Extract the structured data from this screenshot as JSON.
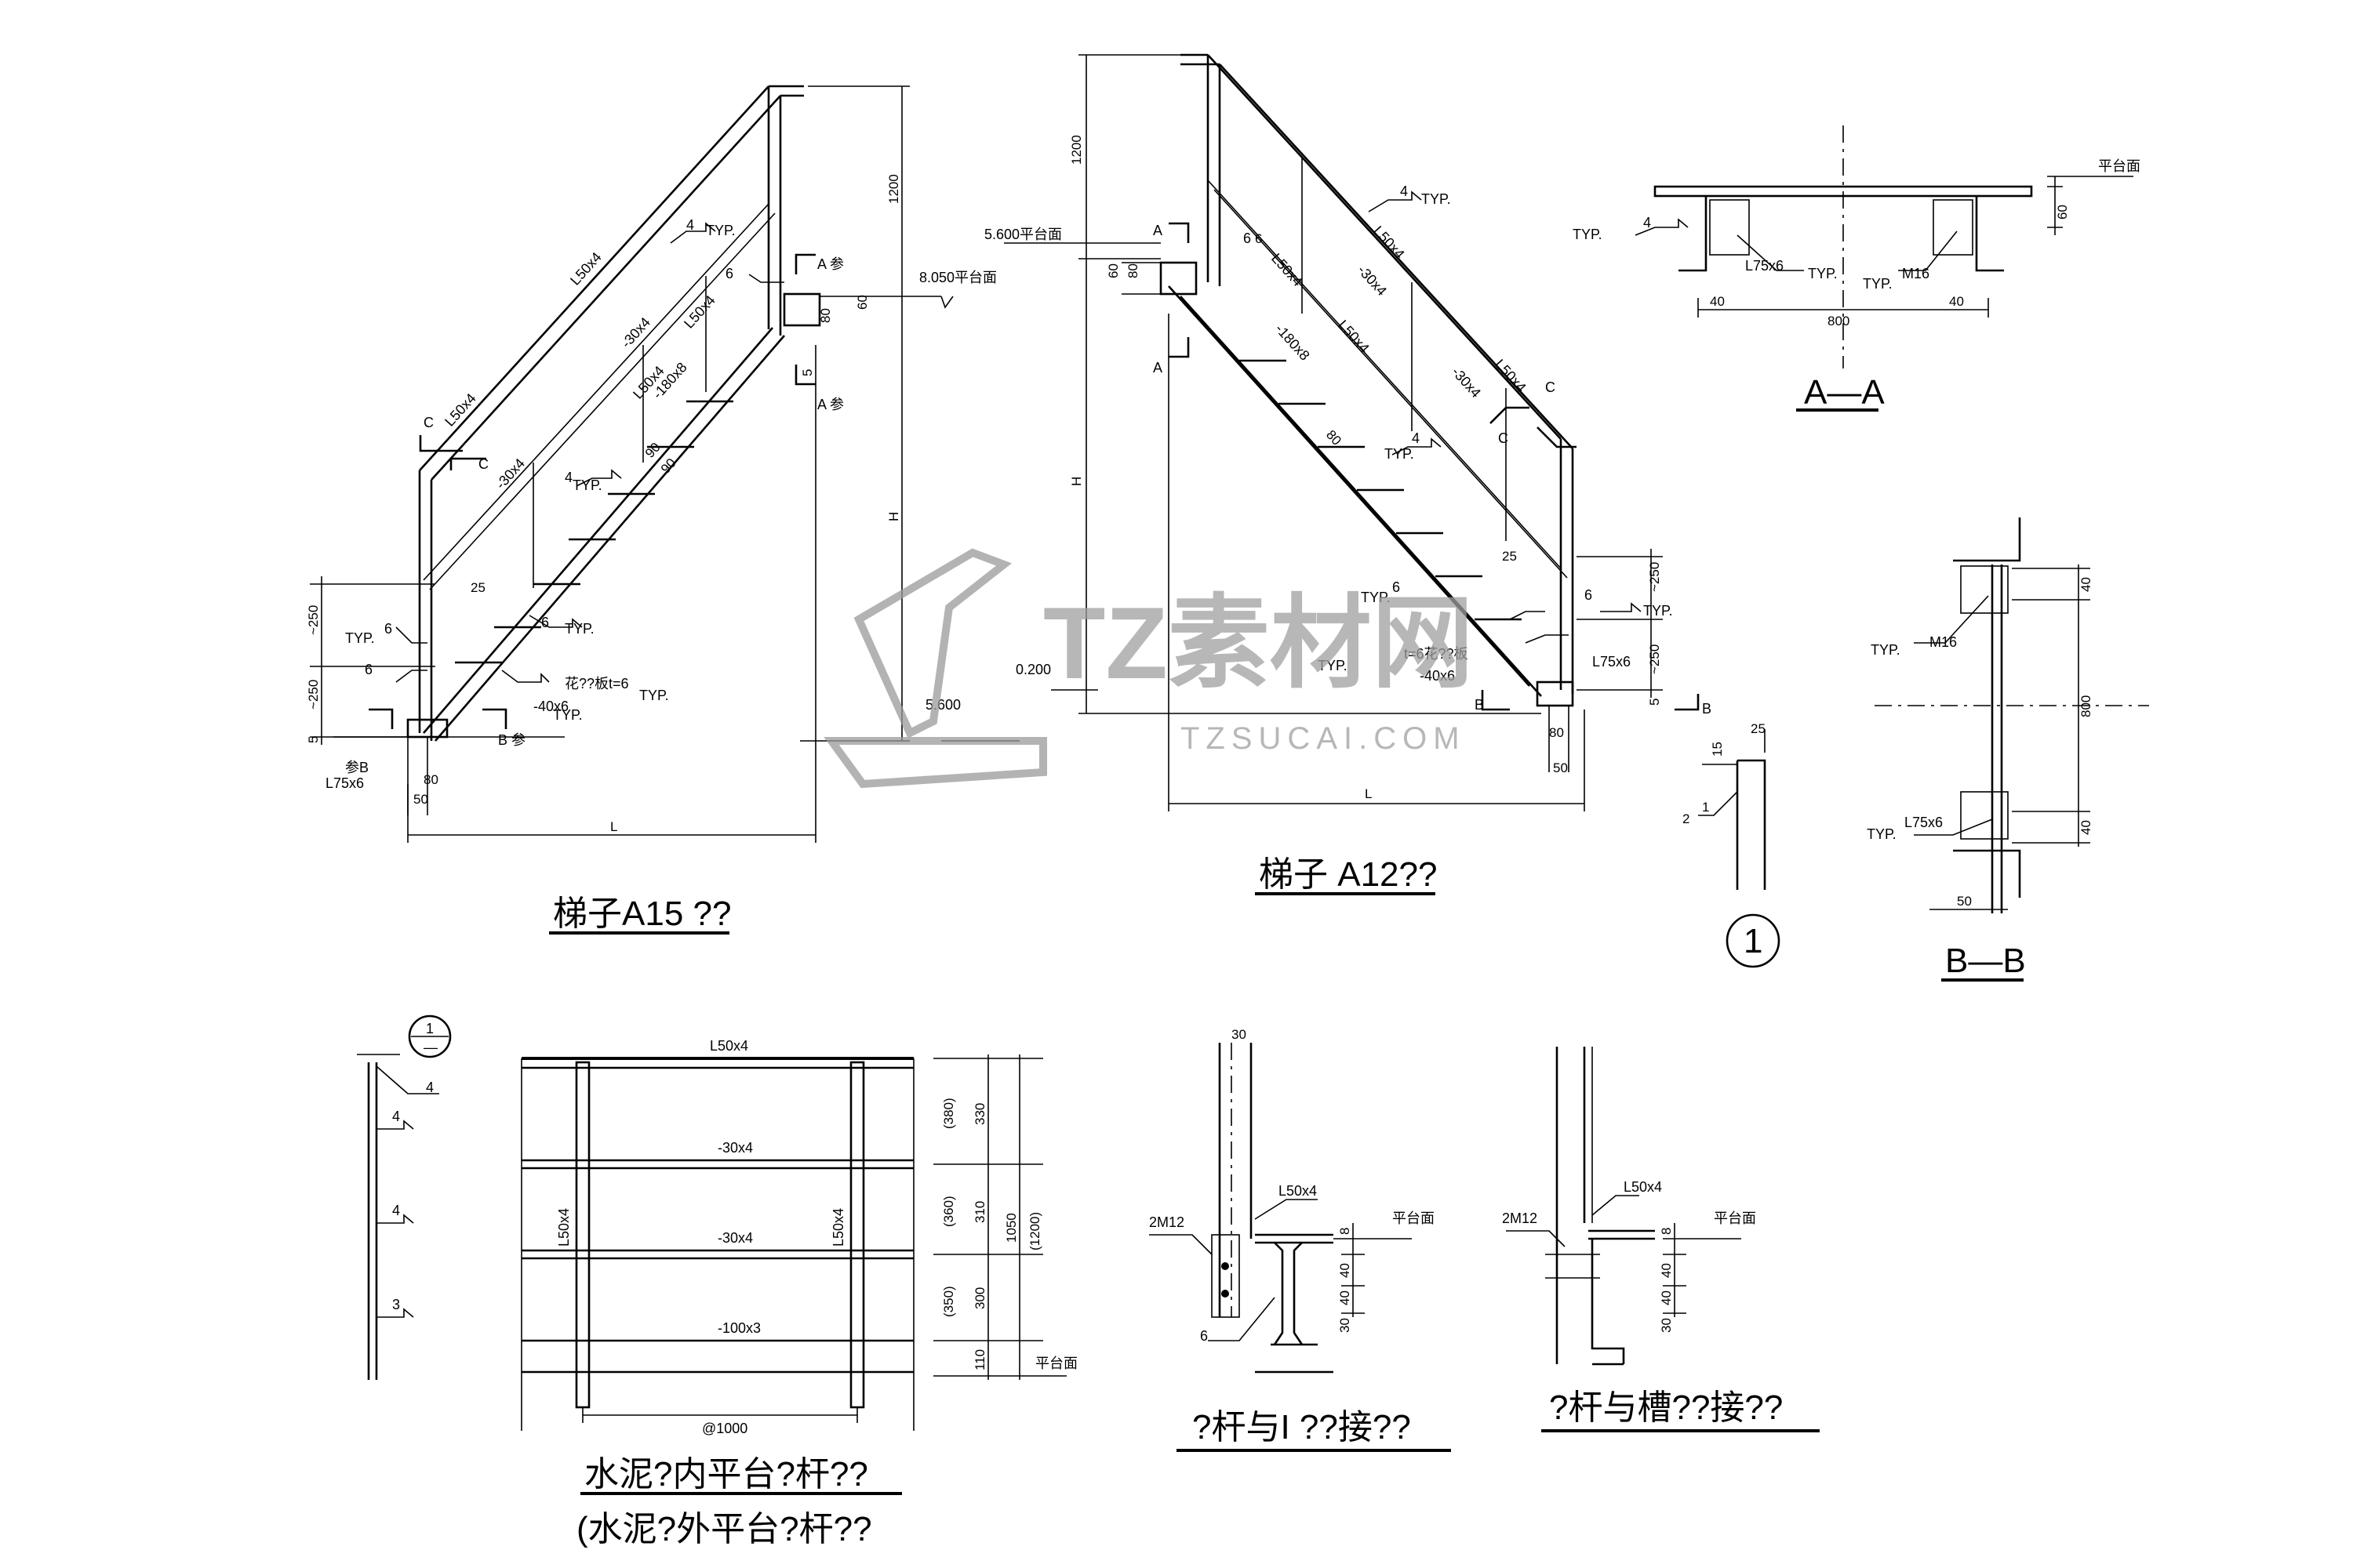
{
  "watermark": {
    "logo_text": "TZ素材网",
    "sub_text": "TZSUCAI.COM"
  },
  "ladder_a15": {
    "title": "梯子A15 ??",
    "labels": {
      "l50x4_a": "L50x4",
      "l50x4_b": "L50x4",
      "l50x4_c": "L50x4",
      "l50x4_d": "L50x4",
      "flat_30x4_a": "-30x4",
      "flat_30x4_b": "-30x4",
      "flat_180x8": "-180x8",
      "checker_plate": "花??板t=6",
      "flat_40x6": "-40x6",
      "angle_l75x6": "L75x6",
      "typ_a": "TYP.",
      "typ_b": "TYP.",
      "typ_c": "TYP.",
      "typ_d": "TYP.",
      "typ_e": "TYP.",
      "typ_f": "TYP.",
      "weld_4_a": "4",
      "weld_4_b": "4",
      "weld_6_a": "6",
      "weld_6_b": "6",
      "weld_6_c": "6",
      "weld_6_d": "6",
      "sec_a_ref_top": "A 参",
      "sec_a_ref_bottom": "A 参",
      "sec_b_ref_left": "参B",
      "sec_b_ref_right": "B 参",
      "sec_c_left": "C",
      "sec_c_right": "C",
      "platform_elev": "8.050平台面"
    },
    "dims": {
      "d1200": "1200",
      "h": "H",
      "l": "L",
      "d250_a": "~250",
      "d250_b": "~250",
      "d5": "5",
      "d80": "80",
      "d50": "50",
      "d60": "60",
      "d80b": "80",
      "d90a": "90",
      "d90b": "90",
      "d25": "25",
      "d5b": "5"
    }
  },
  "ladder_a12": {
    "title": "梯子  A12??",
    "labels": {
      "l50x4_a": "L50x4",
      "l50x4_b": "L50x4",
      "l50x4_c": "L50x4",
      "l50x4_d": "L50x4",
      "flat_30x4_a": "-30x4",
      "flat_30x4_b": "-30x4",
      "flat_180x8": "-180x8",
      "checker_plate": "t=6花??板",
      "flat_40x6": "-40x6",
      "angle_l75x6": "L75x6",
      "typ_a": "TYP.",
      "typ_b": "TYP.",
      "typ_c": "TYP.",
      "typ_d": "TYP.",
      "typ_e": "TYP.",
      "weld_4_a": "4",
      "weld_4_b": "4",
      "weld_6_a": "6",
      "weld_6_b": "6",
      "weld_6_c": "6",
      "sec_a_top": "A",
      "sec_a_bottom": "A",
      "sec_b_left": "B",
      "sec_b_right": "B",
      "sec_c_left": "C",
      "sec_c_right": "C",
      "platform_elev": "5.600平台面",
      "elev_0200": "0.200",
      "elev_5600": "5.600"
    },
    "dims": {
      "d1200": "1200",
      "h": "H",
      "l": "L",
      "d60": "60",
      "d80": "80",
      "d80b": "80",
      "d80c": "80",
      "d250_a": "~250",
      "d250_b": "~250",
      "d5": "5",
      "d50": "50",
      "d25": "25",
      "d6": "6"
    }
  },
  "section_aa": {
    "title": "A—A",
    "labels": {
      "platform": "平台面",
      "angle": "L75x6",
      "bolt": "M16",
      "typ_a": "TYP.",
      "typ_b": "TYP.",
      "typ_c": "TYP.",
      "weld": "4"
    },
    "dims": {
      "d60": "60",
      "d40a": "40",
      "d800": "800",
      "d40b": "40"
    }
  },
  "section_bb": {
    "title": "B—B",
    "labels": {
      "bolt": "M16",
      "angle": "L75x6",
      "typ_a": "TYP.",
      "typ_b": "TYP."
    },
    "dims": {
      "d40a": "40",
      "d800": "800",
      "d40b": "40",
      "d50": "50"
    }
  },
  "detail_1": {
    "label": "1",
    "dims": {
      "d15": "15",
      "d25": "25",
      "weld_2": "2",
      "weld_1": "1"
    }
  },
  "railing_side": {
    "marker_top": "1",
    "marker_bottom": "—",
    "welds": [
      "4",
      "4",
      "4",
      "3"
    ]
  },
  "railing_elevation": {
    "title": "水泥?内平台?杆??",
    "subtitle": "(水泥?外平台?杆??",
    "labels": {
      "top_rail": "L50x4",
      "mid_rail_a": "-30x4",
      "mid_rail_b": "-30x4",
      "toe_board": "-100x3",
      "post_left": "L50x4",
      "post_right": "L50x4",
      "spacing": "@1000",
      "platform": "平台面"
    },
    "dims": {
      "d330": "330",
      "d380": "(380)",
      "d310": "310",
      "d360": "(360)",
      "d300": "300",
      "d350": "(350)",
      "d110": "110",
      "d1050": "1050",
      "d1200": "(1200)"
    }
  },
  "railing_i_beam": {
    "title": "?杆与I ??接??",
    "labels": {
      "angle": "L50x4",
      "bolts": "2M12",
      "platform": "平台面",
      "weld": "6"
    },
    "dims": {
      "d30": "30",
      "d8": "8",
      "d40a": "40",
      "d40b": "40",
      "d30b": "30"
    }
  },
  "railing_channel": {
    "title": "?杆与槽??接??",
    "labels": {
      "angle": "L50x4",
      "bolts": "2M12",
      "platform": "平台面"
    },
    "dims": {
      "d8": "8",
      "d40a": "40",
      "d40b": "40",
      "d30": "30"
    }
  }
}
